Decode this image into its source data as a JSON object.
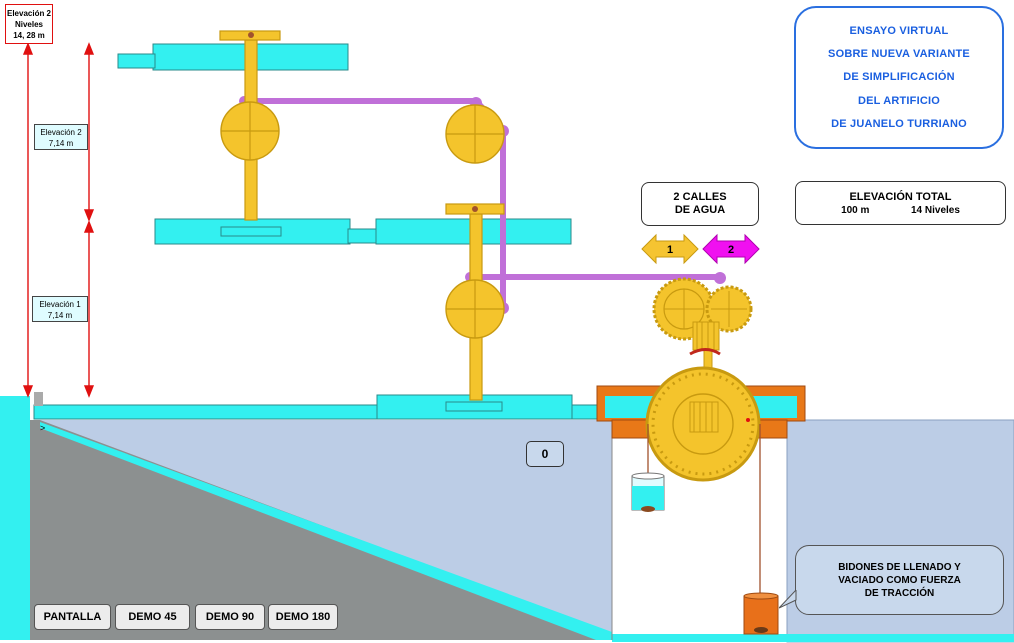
{
  "labels": {
    "elev_top": {
      "line1": "Elevación  2",
      "line2": "Niveles",
      "line3": "14, 28 m"
    },
    "elev2": {
      "line1": "Elevación  2",
      "line2": "7,14 m"
    },
    "elev1": {
      "line1": "Elevación  1",
      "line2": "7,14 m"
    }
  },
  "title": {
    "line1": "ENSAYO VIRTUAL",
    "line2": "SOBRE NUEVA VARIANTE",
    "line3": "DE  SIMPLIFICACIÓN",
    "line4": "DEL ARTIFICIO",
    "line5": "DE JUANELO TURRIANO"
  },
  "calles": {
    "line1": "2  CALLES",
    "line2": "DE AGUA"
  },
  "elevacion_total": {
    "title": "ELEVACIÓN  TOTAL",
    "height": "100 m",
    "levels": "14   Niveles"
  },
  "arrows": {
    "left": "1",
    "right": "2"
  },
  "counter": "0",
  "small_marker": ">",
  "callout": {
    "line1": "BIDONES DE LLENADO Y",
    "line2": "VACIADO COMO FUERZA",
    "line3": "DE TRACCIÓN"
  },
  "buttons": {
    "pantalla": "PANTALLA",
    "demo45": "DEMO  45",
    "demo90": "DEMO  90",
    "demo180": "DEMO  180"
  },
  "colors": {
    "water": "#33f0f0",
    "gear": "#f4c42c",
    "gear_stroke": "#c89a10",
    "pipe_purple": "#c070d8",
    "arrow_yellow": "#f5c431",
    "arrow_magenta": "#f010f0",
    "ground": "#8c9090",
    "wall": "#bccde6",
    "bucket_orange": "#e8701a",
    "frame_orange": "#e87818",
    "dim_red": "#e01010"
  }
}
